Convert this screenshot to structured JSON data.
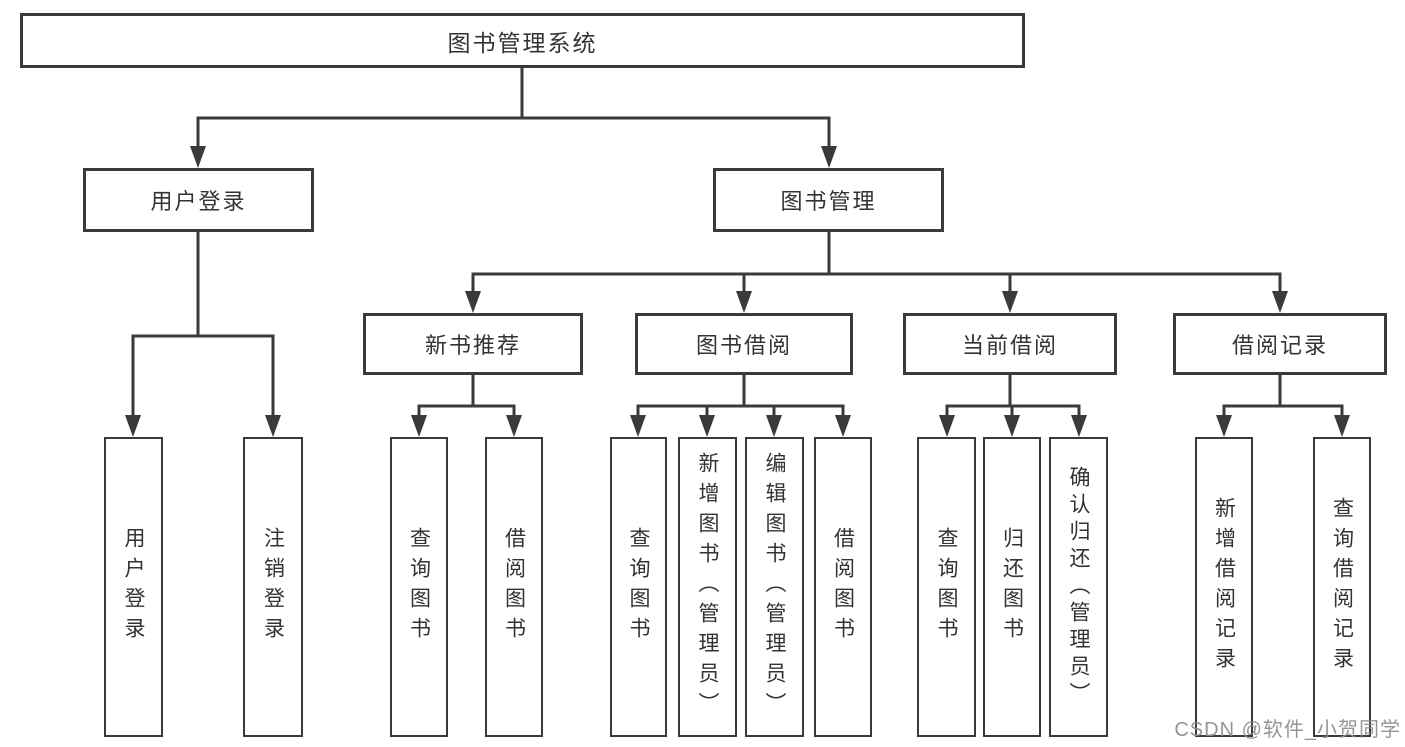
{
  "diagram": {
    "title": "图书管理系统",
    "level2": {
      "user_login": "用户登录",
      "book_mgmt": "图书管理"
    },
    "level3": {
      "new_book_rec": "新书推荐",
      "book_borrow": "图书借阅",
      "current_borrow": "当前借阅",
      "borrow_record": "借阅记录"
    },
    "leaves": {
      "user_login_leaf": "用户登录",
      "logout": "注销登录",
      "nb_query": "查询图书",
      "nb_borrow": "借阅图书",
      "bb_query": "查询图书",
      "bb_add": "新增图书（管理员）",
      "bb_edit": "编辑图书（管理员）",
      "bb_borrow": "借阅图书",
      "cb_query": "查询图书",
      "cb_return": "归还图书",
      "cb_confirm": "确认归还（管理员）",
      "br_add": "新增借阅记录",
      "br_query": "查询借阅记录"
    },
    "edges": [
      {
        "from": "图书管理系统",
        "to": "用户登录"
      },
      {
        "from": "图书管理系统",
        "to": "图书管理"
      },
      {
        "from": "用户登录",
        "to": "用户登录"
      },
      {
        "from": "用户登录",
        "to": "注销登录"
      },
      {
        "from": "图书管理",
        "to": "新书推荐"
      },
      {
        "from": "图书管理",
        "to": "图书借阅"
      },
      {
        "from": "图书管理",
        "to": "当前借阅"
      },
      {
        "from": "图书管理",
        "to": "借阅记录"
      },
      {
        "from": "新书推荐",
        "to": "查询图书"
      },
      {
        "from": "新书推荐",
        "to": "借阅图书"
      },
      {
        "from": "图书借阅",
        "to": "查询图书"
      },
      {
        "from": "图书借阅",
        "to": "新增图书（管理员）"
      },
      {
        "from": "图书借阅",
        "to": "编辑图书（管理员）"
      },
      {
        "from": "图书借阅",
        "to": "借阅图书"
      },
      {
        "from": "当前借阅",
        "to": "查询图书"
      },
      {
        "from": "当前借阅",
        "to": "归还图书"
      },
      {
        "from": "当前借阅",
        "to": "确认归还（管理员）"
      },
      {
        "from": "借阅记录",
        "to": "新增借阅记录"
      },
      {
        "from": "借阅记录",
        "to": "查询借阅记录"
      }
    ]
  },
  "watermark": "CSDN @软件_小贺同学",
  "colors": {
    "line": "#3a3a3a",
    "text": "#333333",
    "watermark": "#8c8c8c",
    "background": "#ffffff"
  }
}
